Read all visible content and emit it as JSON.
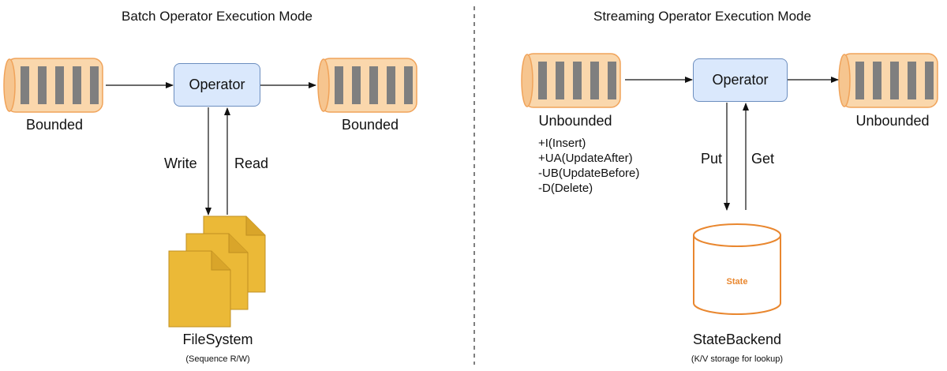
{
  "batch": {
    "title": "Batch Operator Execution Mode",
    "input_label": "Bounded",
    "operator": "Operator",
    "output_label": "Bounded",
    "write_label": "Write",
    "read_label": "Read",
    "storage_label": "FileSystem",
    "storage_note": "(Sequence R/W)"
  },
  "streaming": {
    "title": "Streaming Operator Execution Mode",
    "input_label": "Unbounded",
    "change_types": [
      "+I(Insert)",
      "+UA(UpdateAfter)",
      "-UB(UpdateBefore)",
      "-D(Delete)"
    ],
    "operator": "Operator",
    "output_label": "Unbounded",
    "put_label": "Put",
    "get_label": "Get",
    "state_text": "State",
    "storage_label": "StateBackend",
    "storage_note": "(K/V storage for lookup)"
  },
  "colors": {
    "operator_fill": "#dae8fc",
    "operator_stroke": "#6c8ebf",
    "queue_fill": "#fad7ac",
    "queue_stroke": "#f0a35a",
    "queue_bar": "#7f7f7f",
    "file_fill": "#ebb937",
    "file_stroke": "#c09020",
    "state_stroke": "#e9872f",
    "divider": "#555555"
  },
  "icons": {
    "queue": "message-queue-icon",
    "files": "file-stack-icon",
    "database": "database-cylinder-icon"
  }
}
